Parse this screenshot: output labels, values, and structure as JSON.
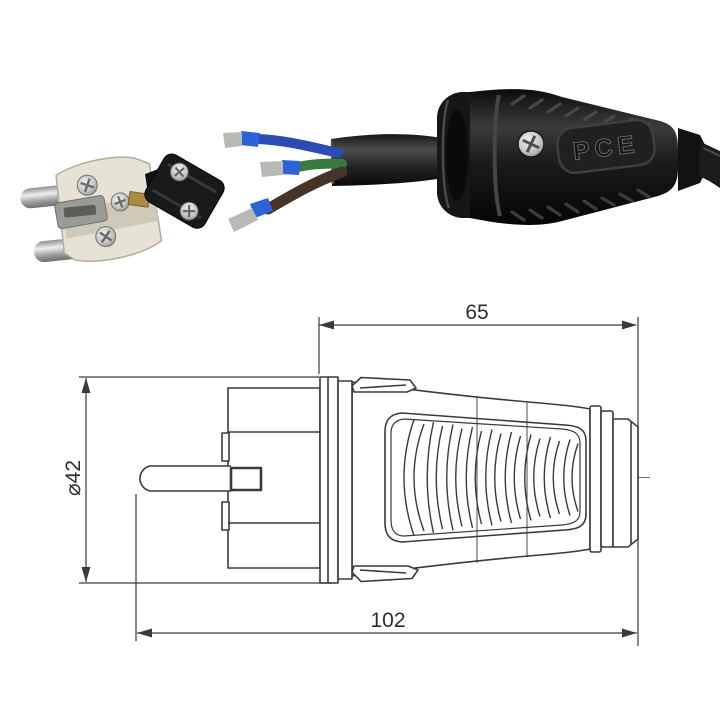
{
  "photo": {
    "assembled_plug": {
      "brand_label": "PCE"
    },
    "wires": {
      "neutral_color": "#2b4bb5",
      "earth_color": "#3a7a40",
      "live_color": "#453528",
      "ferrule_sleeve_color": "#2e62d9",
      "ferrule_metal_color": "#b9b9b6",
      "cable_color": "#1f1f1f"
    },
    "plug_body_color": "#1c1c1c"
  },
  "drawing": {
    "line_color": "#3a3a3a",
    "dimensions": {
      "grip_length": "65",
      "total_length": "102",
      "body_diameter": "⌀42"
    }
  }
}
